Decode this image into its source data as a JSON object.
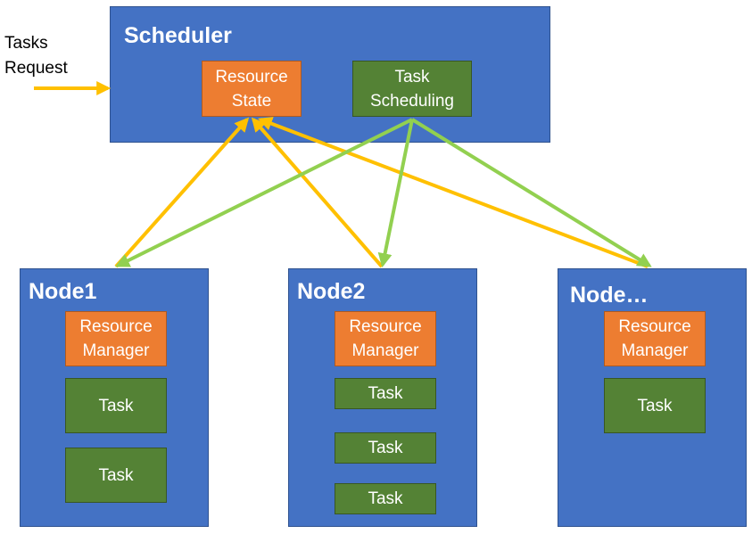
{
  "external": {
    "request_label": "Tasks\nRequest"
  },
  "scheduler": {
    "title": "Scheduler",
    "resource_state": "Resource\nState",
    "task_scheduling": "Task\nScheduling"
  },
  "nodes": [
    {
      "title": "Node1",
      "manager": "Resource\nManager",
      "tasks": [
        "Task",
        "Task"
      ]
    },
    {
      "title": "Node2",
      "manager": "Resource\nManager",
      "tasks": [
        "Task",
        "Task",
        "Task"
      ]
    },
    {
      "title": "Node…",
      "manager": "Resource\nManager",
      "tasks": [
        "Task"
      ]
    }
  ],
  "colors": {
    "container": "#4472c4",
    "resource": "#ed7d31",
    "task": "#548235",
    "report_arrow": "#ffc000",
    "dispatch_arrow": "#92d050"
  }
}
